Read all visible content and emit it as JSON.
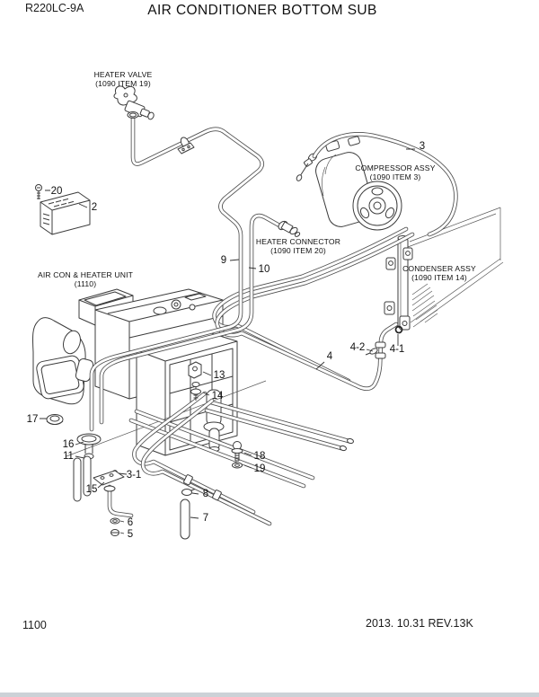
{
  "header": {
    "model": "R220LC-9A",
    "title": "AIR CONDITIONER BOTTOM SUB"
  },
  "footer": {
    "page_number": "1100",
    "revision": "2013. 10.31  REV.13K"
  },
  "component_labels": {
    "heater_valve": {
      "line1": "HEATER VALVE",
      "line2": "(1090 ITEM 19)"
    },
    "compressor": {
      "line1": "COMPRESSOR ASSY",
      "line2": "(1090 ITEM 3)"
    },
    "heater_connector": {
      "line1": "HEATER CONNECTOR",
      "line2": "(1090 ITEM 20)"
    },
    "condenser": {
      "line1": "CONDENSER ASSY",
      "line2": "(1090 ITEM 14)"
    },
    "aircon_unit": {
      "line1": "AIR CON & HEATER UNIT",
      "line2": "(1110)"
    }
  },
  "callouts": {
    "c2": "2",
    "c3": "3",
    "c3_1": "3-1",
    "c4": "4",
    "c4_1": "4-1",
    "c4_2": "4-2",
    "c5": "5",
    "c6": "6",
    "c7": "7",
    "c8": "8",
    "c9": "9",
    "c10": "10",
    "c11": "11",
    "c13": "13",
    "c14": "14",
    "c15": "15",
    "c16": "16",
    "c17": "17",
    "c18": "18",
    "c19": "19",
    "c20": "20"
  }
}
